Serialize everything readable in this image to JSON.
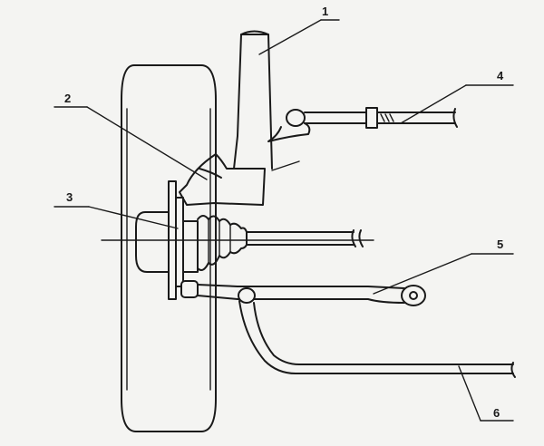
{
  "labels": [
    {
      "id": "1",
      "text": "1"
    },
    {
      "id": "2",
      "text": "2"
    },
    {
      "id": "3",
      "text": "3"
    },
    {
      "id": "4",
      "text": "4"
    },
    {
      "id": "5",
      "text": "5"
    },
    {
      "id": "6",
      "text": "6"
    }
  ],
  "colors": {
    "ink": "#1a1a1a",
    "paper": "#f4f4f2"
  }
}
